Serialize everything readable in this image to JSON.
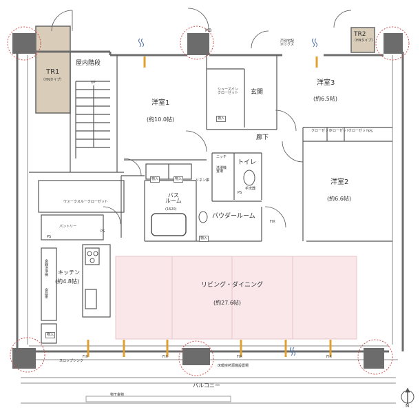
{
  "rooms": {
    "western1": {
      "name": "洋室1",
      "size": "(約10.0帖)"
    },
    "western2": {
      "name": "洋室2",
      "size": "(約6.6帖)"
    },
    "western3": {
      "name": "洋室3",
      "size": "(約6.5帖)"
    },
    "living": {
      "name": "リビング・ダイニング",
      "size": "(約27.6帖)"
    },
    "kitchen": {
      "name": "キッチン",
      "size": "(約4.8帖)"
    },
    "bath": {
      "name": "バス\nルーム",
      "size": "(1620)"
    },
    "powder": {
      "name": "パウダールーム"
    },
    "toilet": {
      "name": "トイレ"
    },
    "hallway": {
      "name": "廊下"
    },
    "entrance": {
      "name": "玄関"
    },
    "stairs": {
      "name": "屋内階段",
      "up": "UP"
    },
    "balcony": {
      "name": "バルコニー"
    },
    "walk_in": {
      "name": "ウォークスルークローゼット"
    },
    "pantry": {
      "name": "パントリー"
    },
    "shoes": {
      "name": "シューズイン\nクローゼット"
    }
  },
  "labels": {
    "tr1": "TR1",
    "tr1_sub": "（HNタイプ）",
    "tr2": "TR2",
    "tr2_sub": "（HNタイプ）",
    "mb": "MB",
    "delivery": "戸別宅配\nボックス",
    "mono": "物入",
    "niche": "ニッチ",
    "washer": "洗濯機\n置場",
    "linen": "リネン庫",
    "hand_wash": "手洗器",
    "closet": "クローゼット",
    "ps": "PS",
    "fix": "FIX",
    "slop_sink": "スロップシンク",
    "heat_pump": "床暖房熱源機設置場",
    "laundry_pole": "物干金物",
    "dishwasher": "食器洗浄機",
    "food_storage": "食品庫",
    "north": "N"
  },
  "colors": {
    "wall": "#6c6c6c",
    "tr_fill": "#d9cdb9",
    "floor_pink": "#f9e7e9",
    "grid_pink": "#e8c6cb",
    "arrow_orange": "#e0a030",
    "arrow_blue": "#4a6fa8",
    "circle_red": "#d05050",
    "line": "#555555"
  }
}
